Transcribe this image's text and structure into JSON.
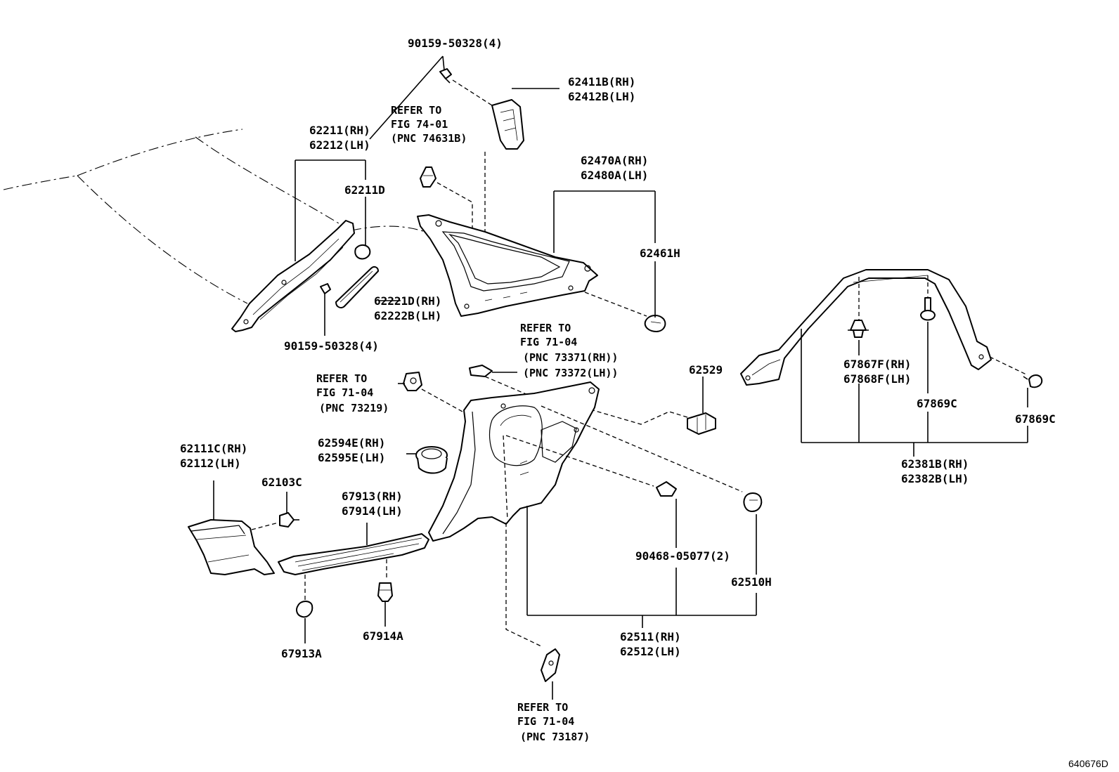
{
  "diagram_id": "640676D",
  "labels": {
    "bolt_top": "90159-50328(4)",
    "hinge_rh": "62411B(RH)",
    "hinge_lh": "62412B(LH)",
    "ref_7401_l1": "REFER TO",
    "ref_7401_l2": "FIG 74-01",
    "ref_7401_l3": "(PNC 74631B)",
    "pillar_rh": "62211(RH)",
    "pillar_lh": "62212(LH)",
    "clip_62211d": "62211D",
    "quarter_rh": "62470A(RH)",
    "quarter_lh": "62480A(LH)",
    "clip_62461h": "62461H",
    "garnish_rh": "62221D(RH)",
    "garnish_lh": "62222B(LH)",
    "bolt_bottom": "90159-50328(4)",
    "ref_7104a_l1": "REFER TO",
    "ref_7104a_l2": "FIG 71-04",
    "ref_7104a_l3": "(PNC 73371(RH))",
    "ref_7104a_l4": "(PNC 73372(LH))",
    "ref_7104b_l1": "REFER TO",
    "ref_7104b_l2": "FIG 71-04",
    "ref_7104b_l3": "(PNC 73219)",
    "part_62529": "62529",
    "roof_clip_rh": "67867F(RH)",
    "roof_clip_lh": "67868F(LH)",
    "clip_67869c_a": "67869C",
    "clip_67869c_b": "67869C",
    "roof_rh": "62381B(RH)",
    "roof_lh": "62382B(LH)",
    "cap_rh": "62594E(RH)",
    "cap_lh": "62595E(LH)",
    "kick_rh": "62111C(RH)",
    "kick_lh": "62112(LH)",
    "clip_62103c": "62103C",
    "scuff_rh": "67913(RH)",
    "scuff_lh": "67914(LH)",
    "clip_90468": "90468-05077(2)",
    "clip_62510h": "62510H",
    "clip_67914a": "67914A",
    "clip_67913a": "67913A",
    "panel_rh": "62511(RH)",
    "panel_lh": "62512(LH)",
    "ref_7104c_l1": "REFER TO",
    "ref_7104c_l2": "FIG 71-04",
    "ref_7104c_l3": "(PNC 73187)"
  }
}
